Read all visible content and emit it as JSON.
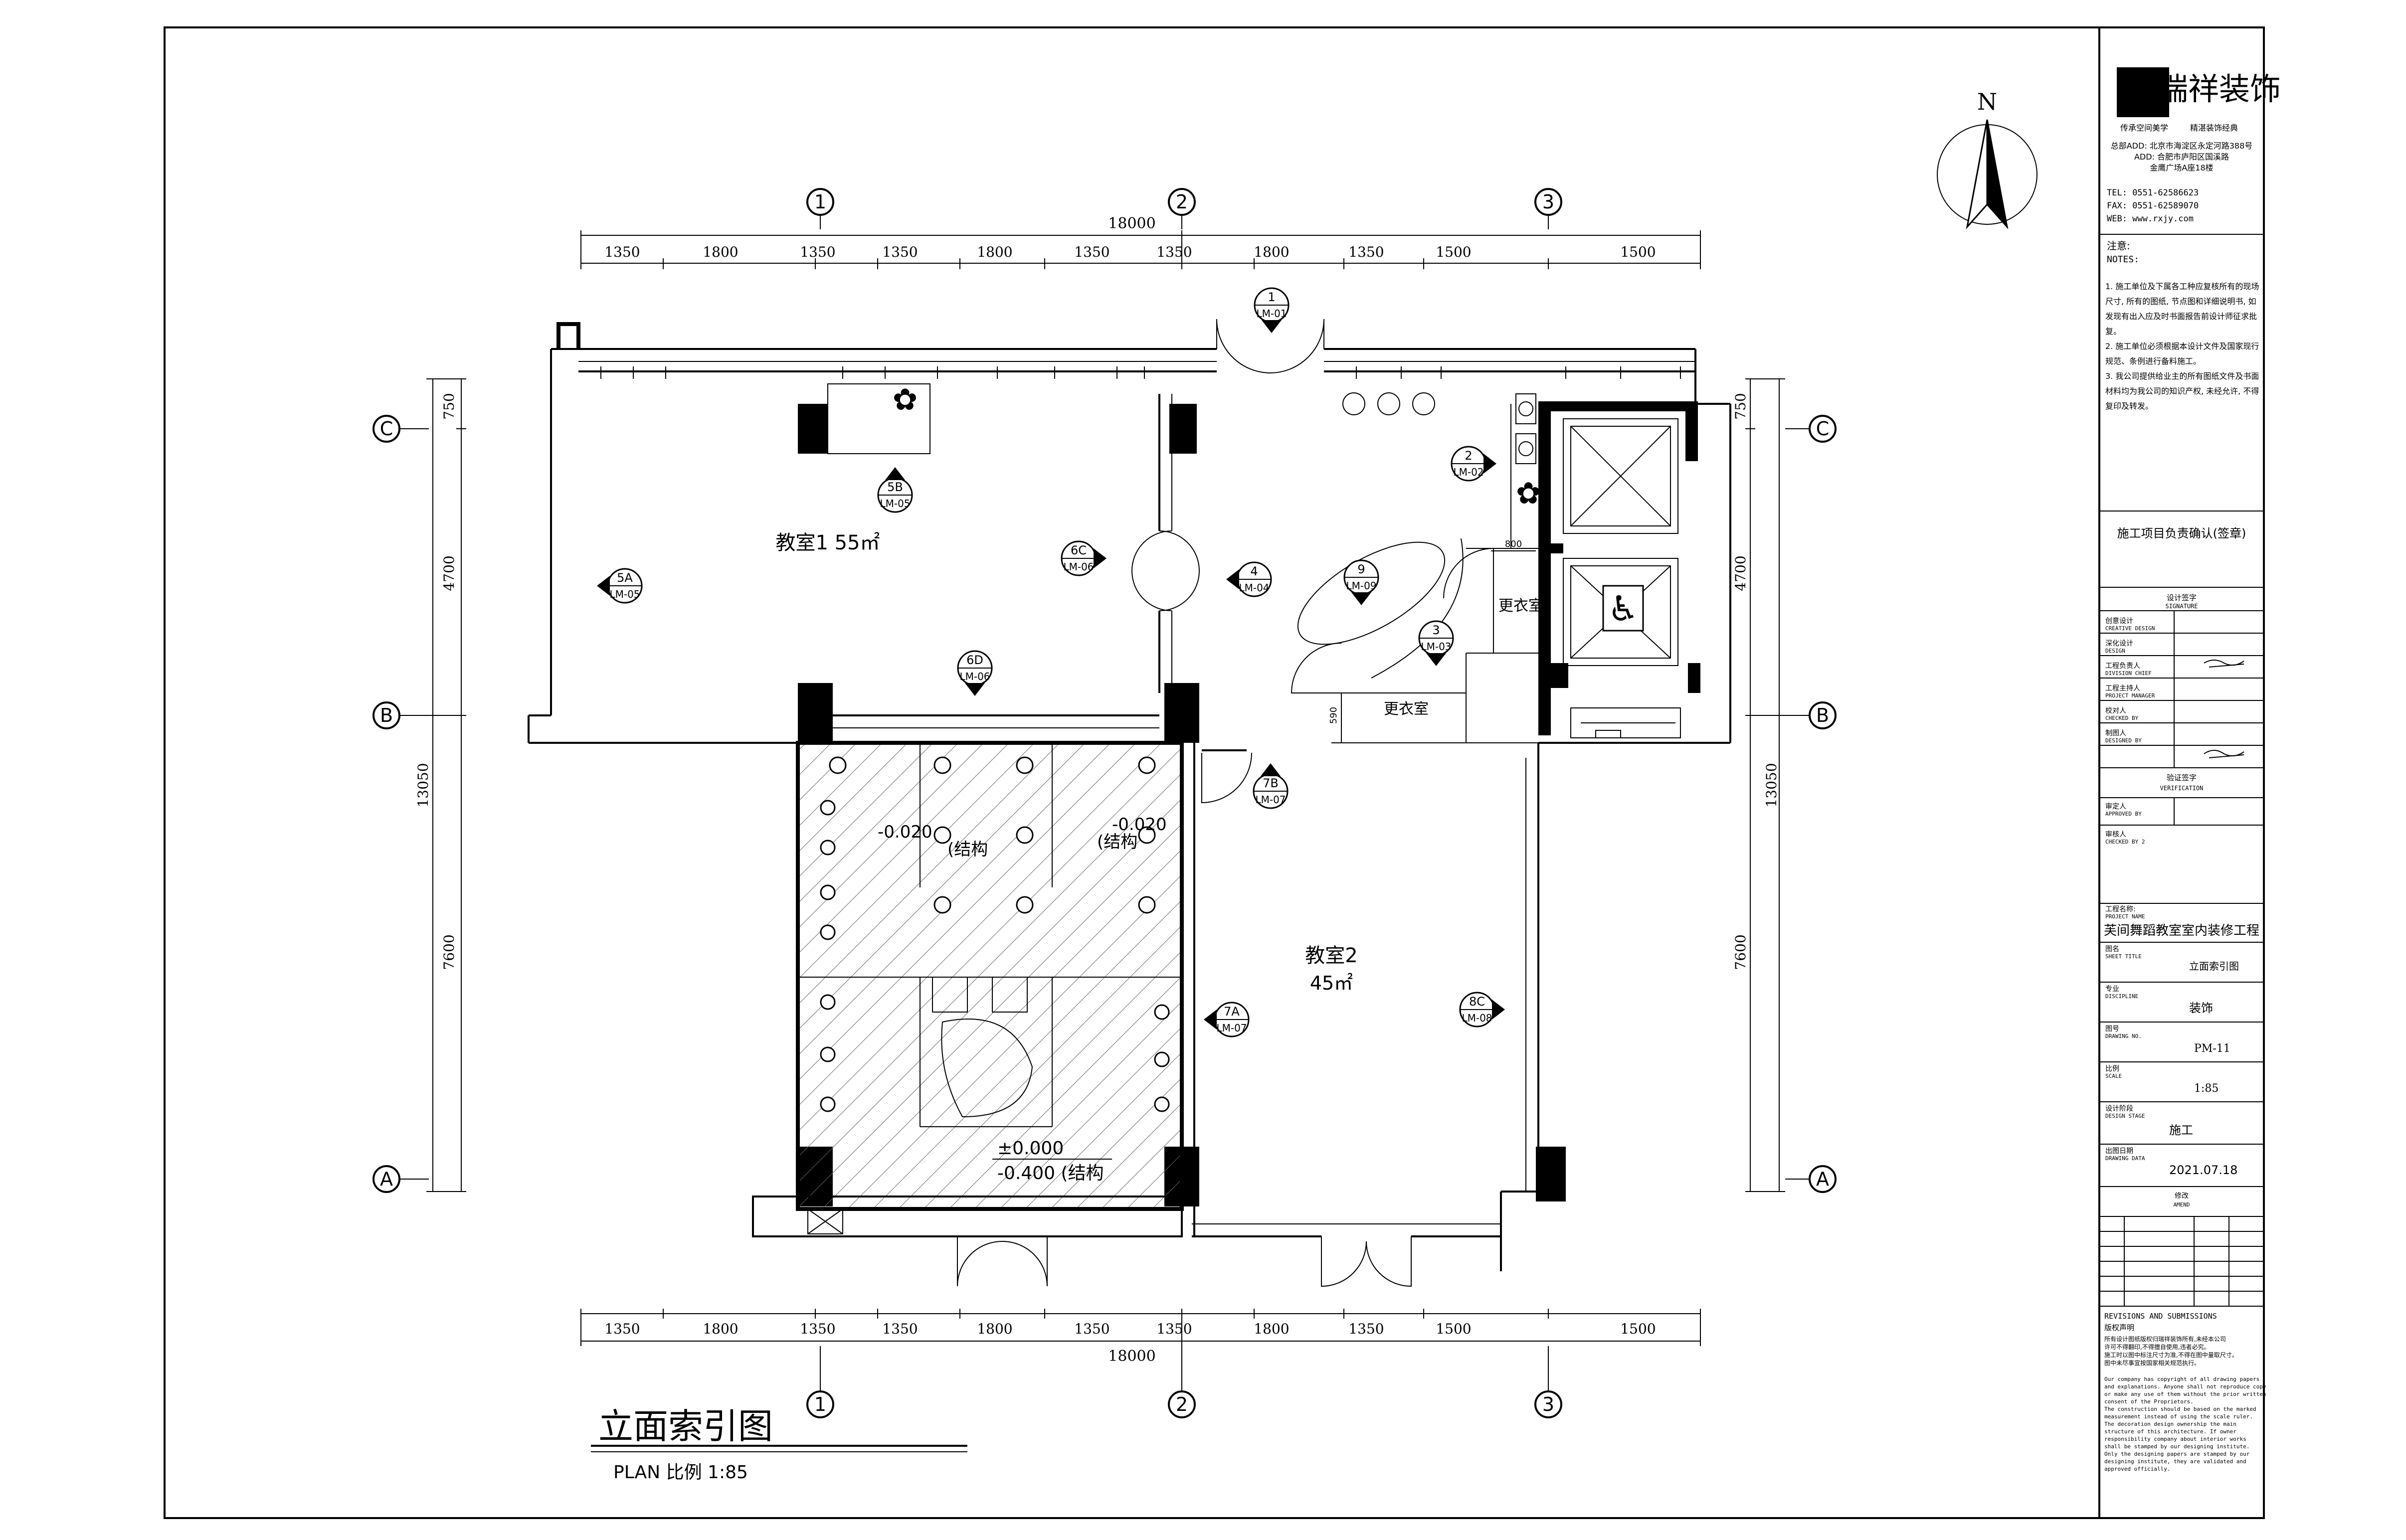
{
  "drawing": {
    "title": "立面索引图",
    "subtitle": "PLAN 比例 1:85",
    "north": "N"
  },
  "grid_labels": {
    "columns": [
      "1",
      "2",
      "3"
    ],
    "rows": [
      "C",
      "B",
      "A"
    ]
  },
  "dimensions": {
    "overall_width": "18000",
    "top_segments": [
      "1350",
      "1800",
      "1350",
      "1350",
      "1800",
      "1350",
      "1350",
      "1800",
      "1350",
      "1500",
      "1500"
    ],
    "bottom_segments": [
      "1350",
      "1800",
      "1350",
      "1350",
      "1800",
      "1350",
      "1350",
      "1800",
      "1350",
      "1500",
      "1500"
    ],
    "left_segments": [
      "750",
      "4700",
      "7600"
    ],
    "right_segments": [
      "750",
      "4700",
      "7600"
    ],
    "vertical_overall": "13050",
    "small_dims": [
      "800",
      "590"
    ]
  },
  "rooms": {
    "classroom1": "教室1 55㎡",
    "classroom2_name": "教室2",
    "classroom2_area": "45㎡",
    "changing_room_1": "更衣室",
    "changing_room_2": "更衣室"
  },
  "levels": {
    "upper_1": "-0.020",
    "upper_1_note": "(结构",
    "upper_2": "-0.020",
    "upper_2_note": "(结构",
    "lower_1": "±0.000",
    "lower_2": "-0.400 (结构"
  },
  "elevation_markers": [
    {
      "num": "1",
      "ref": "LM-01"
    },
    {
      "num": "2",
      "ref": "LM-02"
    },
    {
      "num": "3",
      "ref": "LM-03"
    },
    {
      "num": "4",
      "ref": "LM-04"
    },
    {
      "num": "5A",
      "ref": "LM-05"
    },
    {
      "num": "5B",
      "ref": "LM-05"
    },
    {
      "num": "6C",
      "ref": "LM-06"
    },
    {
      "num": "6D",
      "ref": "LM-06"
    },
    {
      "num": "7A",
      "ref": "LM-07"
    },
    {
      "num": "7B",
      "ref": "LM-07"
    },
    {
      "num": "8C",
      "ref": "LM-08"
    },
    {
      "num": "9",
      "ref": "LM-09"
    }
  ],
  "title_block": {
    "company_cn": "瑞祥装饰",
    "slogan_left": "传承空间美学",
    "slogan_right": "精湛装饰经典",
    "address_1": "总部ADD: 北京市海淀区永定河路388号",
    "address_2": "ADD: 合肥市庐阳区国溪路",
    "address_3": "金鹰广场A座18楼",
    "tel": "TEL: 0551-62586623",
    "fax": "FAX: 0551-62589070",
    "web": "WEB: www.rxjy.com",
    "notes_cn": "注意:",
    "notes_en": "NOTES:",
    "note_1": "1. 施工单位及下属各工种应复核所有的现场尺寸, 所有的图纸, 节点图和详细说明书, 如发现有出入应及时书面报告前设计师征求批复。",
    "note_2": "2. 施工单位必须根据本设计文件及国家现行规范、条例进行备料施工。",
    "note_3": "3. 我公司提供给业主的所有图纸文件及书面材料均为我公司的知识产权, 未经允许, 不得复印及转发。",
    "confirm": "施工项目负责确认(签章)",
    "sign_header_cn": "设计签字",
    "sign_header_en": "SIGNATURE",
    "sign_rows": [
      {
        "cn": "创意设计",
        "en": "CREATIVE DESIGN"
      },
      {
        "cn": "深化设计",
        "en": "DESIGN"
      },
      {
        "cn": "工程负责人",
        "en": "DIVISION CHIEF"
      },
      {
        "cn": "工程主持人",
        "en": "PROJECT MANAGER"
      },
      {
        "cn": "校对人",
        "en": "CHECKED BY"
      },
      {
        "cn": "制图人",
        "en": "DESIGNED BY"
      }
    ],
    "verify_cn": "验证签字",
    "verify_en": "VERIFICATION",
    "approve_rows": [
      {
        "cn": "审定人",
        "en": "APPROVED BY"
      },
      {
        "cn": "审核人",
        "en": "CHECKED BY 2"
      }
    ],
    "project_label_cn": "工程名称:",
    "project_label_en": "PROJECT NAME",
    "project_name": "芙间舞蹈教室室内装修工程",
    "sheet_title_cn": "图名",
    "sheet_title_en": "SHEET TITLE",
    "sheet_title": "立面索引图",
    "discipline_cn": "专业",
    "discipline_en": "DISCIPLINE",
    "discipline": "装饰",
    "drawing_no_cn": "图号",
    "drawing_no_en": "DRAWING NO.",
    "drawing_no": "PM-11",
    "scale_cn": "比例",
    "scale_en": "SCALE",
    "scale": "1:85",
    "stage_cn": "设计阶段",
    "stage_en": "DESIGN STAGE",
    "stage": "施工",
    "date_cn": "出图日期",
    "date_en": "DRAWING DATA",
    "date": "2021.07.18",
    "amend_cn": "修改",
    "amend_en": "AMEND",
    "revisions_en": "REVISIONS AND SUBMISSIONS",
    "revisions_cn": "版权声明",
    "copyright_cn_1": "所有设计图纸版权归瑞祥装饰所有,未经本公司",
    "copyright_cn_2": "许可不得翻印,不得擅自使用,违者必究。",
    "copyright_cn_3": "施工时以图中标注尺寸为准,不得在图中量取尺寸。",
    "copyright_cn_4": "图中未尽事宜按国家相关规范执行。",
    "copyright_en_1": "Our company has copyright of all drawing papers",
    "copyright_en_2": "and explanations. Anyone shall not reproduce copy",
    "copyright_en_3": "or make any use of them without the prior written",
    "copyright_en_4": "consent of the Proprietors.",
    "copyright_en_5": "The construction should be based on the marked",
    "copyright_en_6": "measurement instead of using the scale ruler.",
    "copyright_en_7": "The decoration design ownership the main",
    "copyright_en_8": "structure of this architecture. If owner",
    "copyright_en_9": "responsibility company about interior works",
    "copyright_en_10": "shall be stamped by our designing institute.",
    "copyright_en_11": "Only the designing papers are stamped by our",
    "copyright_en_12": "designing institute, they are validated and",
    "copyright_en_13": "approved officially."
  }
}
